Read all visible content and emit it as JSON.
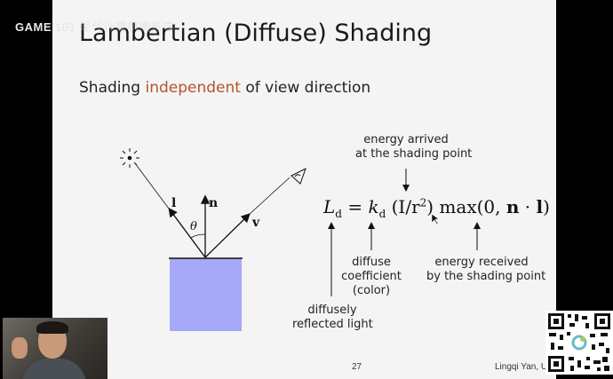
{
  "overlay": {
    "brand": "GAME",
    "faded_text": "101 现代计算机图形学"
  },
  "slide": {
    "title": "Lambertian (Diffuse) Shading",
    "subtitle_before": "Shading ",
    "subtitle_highlight": "independent",
    "subtitle_after": " of view direction",
    "number": "27",
    "credit": "Lingqi Yan, UC Santa Barbara"
  },
  "diagram": {
    "light_label": "l",
    "normal_label": "n",
    "view_label": "v",
    "angle_label": "θ"
  },
  "equation": {
    "L": "L",
    "L_sub": "d",
    "eq": " = ",
    "k": "k",
    "k_sub": "d",
    "term": " (I/r",
    "sup": "2",
    "close": ")",
    "max": " max(0, ",
    "n": "n",
    "dot": " · ",
    "l": "l",
    "end": ")"
  },
  "annotations": {
    "energy_arrived_1": "energy arrived",
    "energy_arrived_2": "at the shading point",
    "diffuse_1": "diffuse",
    "diffuse_2": "coefficient",
    "diffuse_3": "(color)",
    "energy_received_1": "energy received",
    "energy_received_2": "by the shading point",
    "reflected_1": "diffusely",
    "reflected_2": "reflected light"
  },
  "colors": {
    "highlight": "#b5532a",
    "surface": "#a6a8f8",
    "background": "#000000",
    "slide_bg": "#f4f4f4"
  }
}
